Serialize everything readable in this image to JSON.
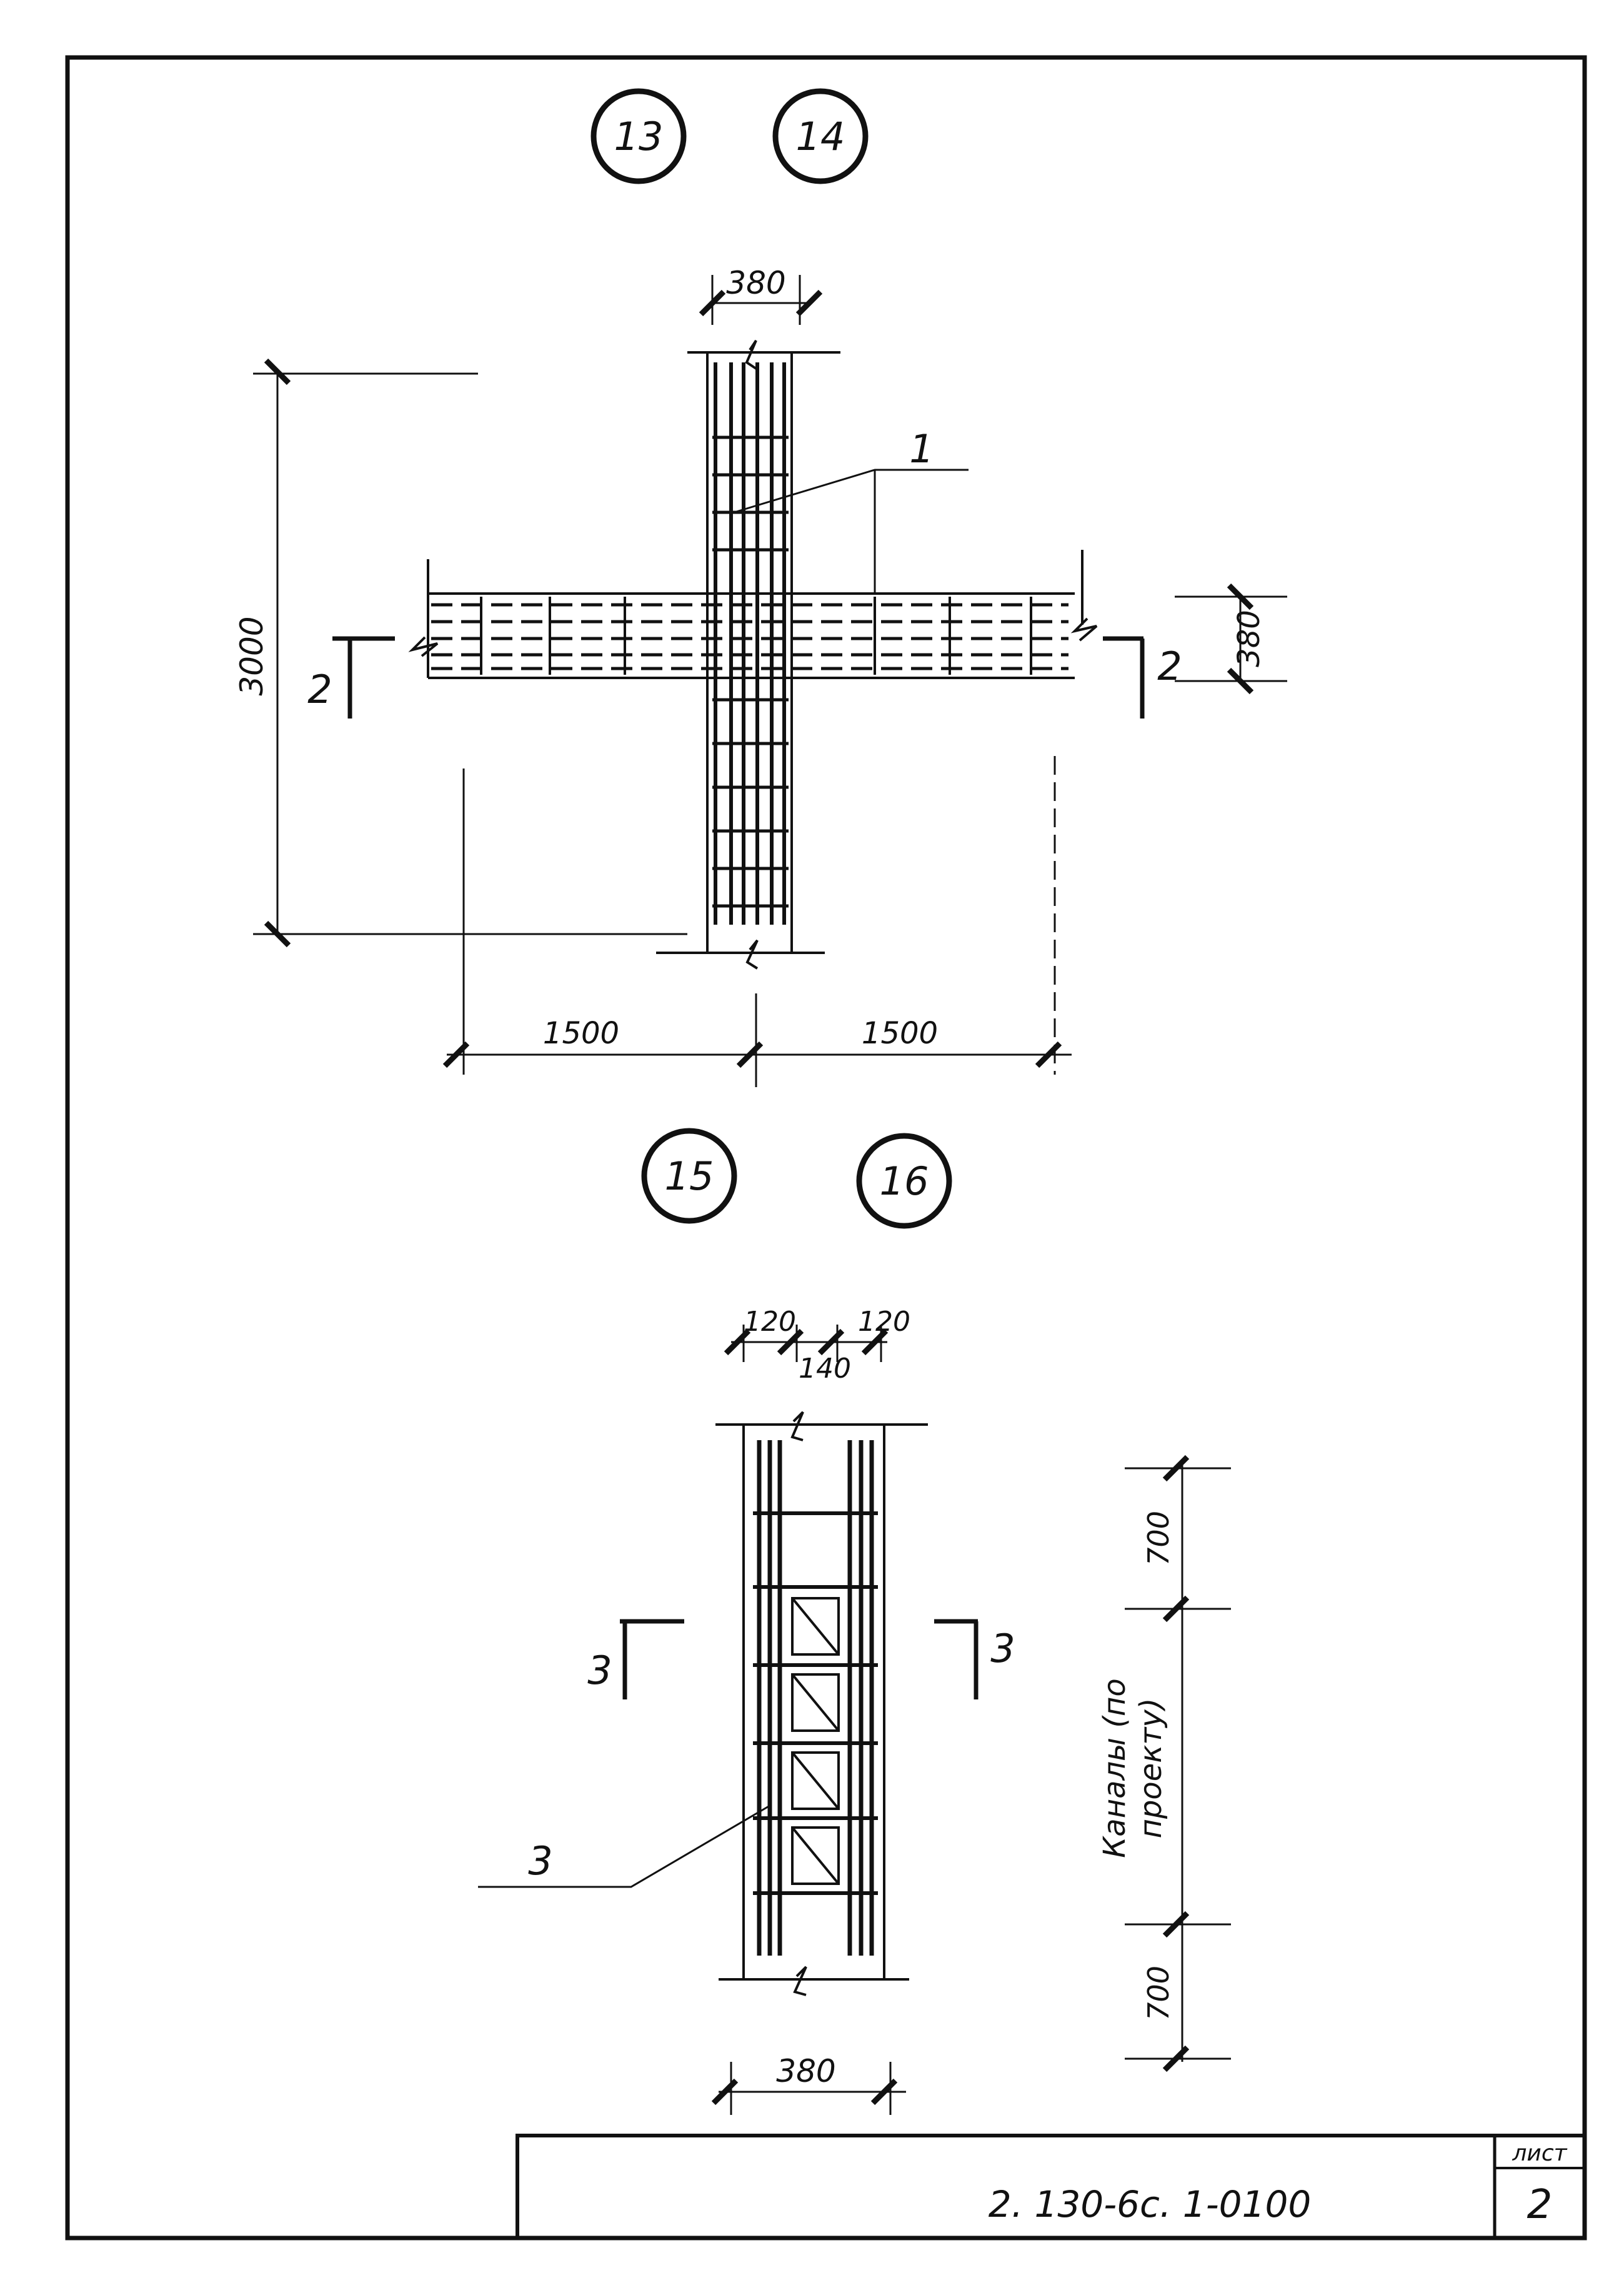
{
  "top_detail": {
    "node_markers": [
      "13",
      "14"
    ],
    "dims": {
      "col_width": "380",
      "height": "3000",
      "beam_depth": "380",
      "left_span": "1500",
      "right_span": "1500"
    },
    "section_label": "2",
    "leader_label": "1"
  },
  "bottom_detail": {
    "node_markers": [
      "15",
      "16"
    ],
    "dims": {
      "edge_left": "120",
      "edge_right": "120",
      "middle": "140",
      "top": "700",
      "bottom": "700",
      "col_width": "380"
    },
    "section_label": "3",
    "leader_label": "3",
    "channels_line1": "Каналы (по",
    "channels_line2": "проекту)"
  },
  "title_block": {
    "code": "2. 130-6с. 1-0100",
    "sheet_label": "лист",
    "sheet_number": "2"
  }
}
